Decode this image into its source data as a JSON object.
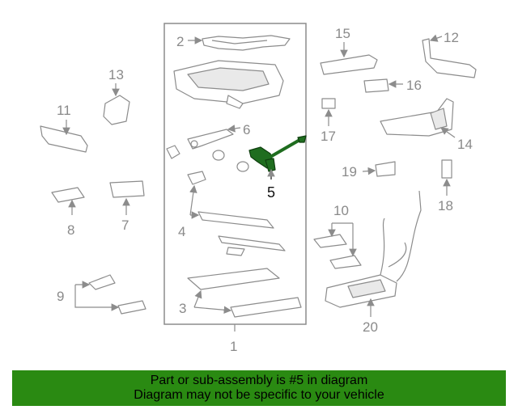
{
  "callouts": {
    "c1": "1",
    "c2": "2",
    "c3": "3",
    "c4": "4",
    "c5": "5",
    "c6": "6",
    "c7": "7",
    "c8": "8",
    "c9": "9",
    "c10": "10",
    "c11": "11",
    "c12": "12",
    "c13": "13",
    "c14": "14",
    "c15": "15",
    "c16": "16",
    "c17": "17",
    "c18": "18",
    "c19": "19",
    "c20": "20"
  },
  "highlighted_part": "5",
  "banner": {
    "line1": "Part or sub-assembly is #5 in diagram",
    "line2": "Diagram may not be specific to your vehicle",
    "color": "#2a8a12"
  },
  "colors": {
    "highlight": "#1f6d1f",
    "outline": "#8c8c8c"
  }
}
